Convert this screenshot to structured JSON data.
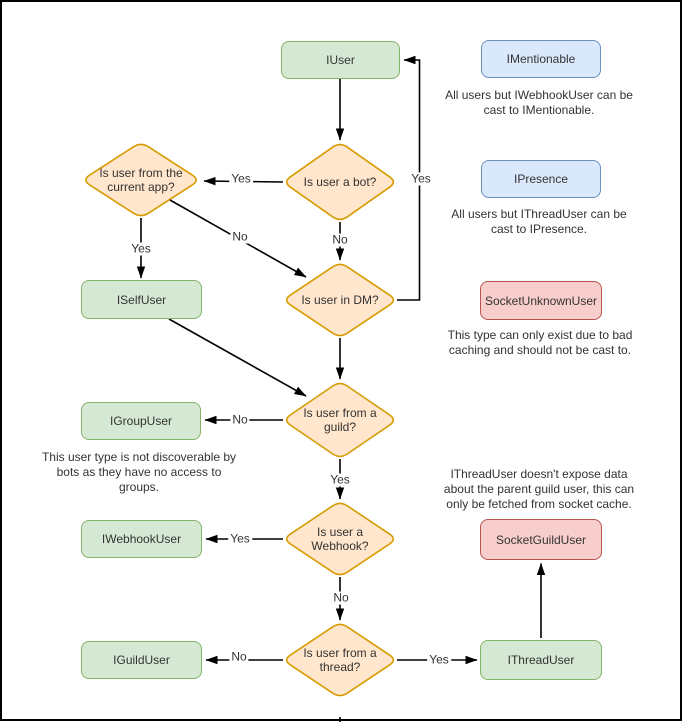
{
  "diagram": {
    "nodes": {
      "iuser": {
        "label": "IUser"
      },
      "imentionable": {
        "label": "IMentionable"
      },
      "ipresence": {
        "label": "IPresence"
      },
      "socketunknownuser": {
        "label": "SocketUnknownUser"
      },
      "iselfuser": {
        "label": "ISelfUser"
      },
      "igroupuser": {
        "label": "IGroupUser"
      },
      "iwebhookuser": {
        "label": "IWebhookUser"
      },
      "iguilduser": {
        "label": "IGuildUser"
      },
      "socketguilduser": {
        "label": "SocketGuildUser"
      },
      "ithreaduser": {
        "label": "IThreadUser"
      }
    },
    "decisions": {
      "is_bot": {
        "label": "Is user a bot?"
      },
      "is_current_app": {
        "label": "Is user from the\ncurrent app?"
      },
      "is_dm": {
        "label": "Is user in DM?"
      },
      "is_guild": {
        "label": "Is user from a\nguild?"
      },
      "is_webhook": {
        "label": "Is user a\nWebhook?"
      },
      "is_thread": {
        "label": "Is user from a\nthread?"
      }
    },
    "edges": [
      {
        "from": "IUser",
        "to": "Is user a bot?",
        "label": ""
      },
      {
        "from": "Is user a bot?",
        "to": "Is user from the current app?",
        "label": "Yes"
      },
      {
        "from": "Is user a bot?",
        "to": "Is user in DM?",
        "label": "No"
      },
      {
        "from": "Is user from the current app?",
        "to": "ISelfUser",
        "label": "Yes"
      },
      {
        "from": "Is user from the current app?",
        "to": "Is user in DM?",
        "label": "No"
      },
      {
        "from": "Is user in DM?",
        "to": "IUser",
        "label": "Yes"
      },
      {
        "from": "Is user in DM?",
        "to": "Is user from a guild?",
        "label": ""
      },
      {
        "from": "ISelfUser",
        "to": "Is user from a guild?",
        "label": ""
      },
      {
        "from": "Is user from a guild?",
        "to": "IGroupUser",
        "label": "No"
      },
      {
        "from": "Is user from a guild?",
        "to": "Is user a Webhook?",
        "label": "Yes"
      },
      {
        "from": "Is user a Webhook?",
        "to": "IWebhookUser",
        "label": "Yes"
      },
      {
        "from": "Is user a Webhook?",
        "to": "Is user from a thread?",
        "label": "No"
      },
      {
        "from": "Is user from a thread?",
        "to": "IGuildUser",
        "label": "No"
      },
      {
        "from": "Is user from a thread?",
        "to": "IThreadUser",
        "label": "Yes"
      },
      {
        "from": "IThreadUser",
        "to": "SocketGuildUser",
        "label": ""
      }
    ],
    "annotations": [
      {
        "text": "All users but IWebhookUser can be\ncast to IMentionable."
      },
      {
        "text": "All users but IThreadUser can be\ncast to IPresence."
      },
      {
        "text": "This type can only exist due to bad\ncaching and should not be cast to."
      },
      {
        "text": "This user type is not discoverable by\nbots as they have no access to\ngroups."
      },
      {
        "text": "IThreadUser doesn't expose data\nabout the parent guild user, this can\nonly be fetched from socket cache."
      }
    ],
    "palette": {
      "interface_fill": "#d5e8d4",
      "interface_stroke": "#82b366",
      "decision_fill": "#ffe6cc",
      "decision_stroke": "#d79b00",
      "castable_fill": "#dae8fc",
      "castable_stroke": "#6c8ebf",
      "socket_fill": "#f8cecc",
      "socket_stroke": "#b85450",
      "arrow": "#000000",
      "text": "#333333",
      "background": "#ffffff",
      "border": "#000000"
    }
  }
}
